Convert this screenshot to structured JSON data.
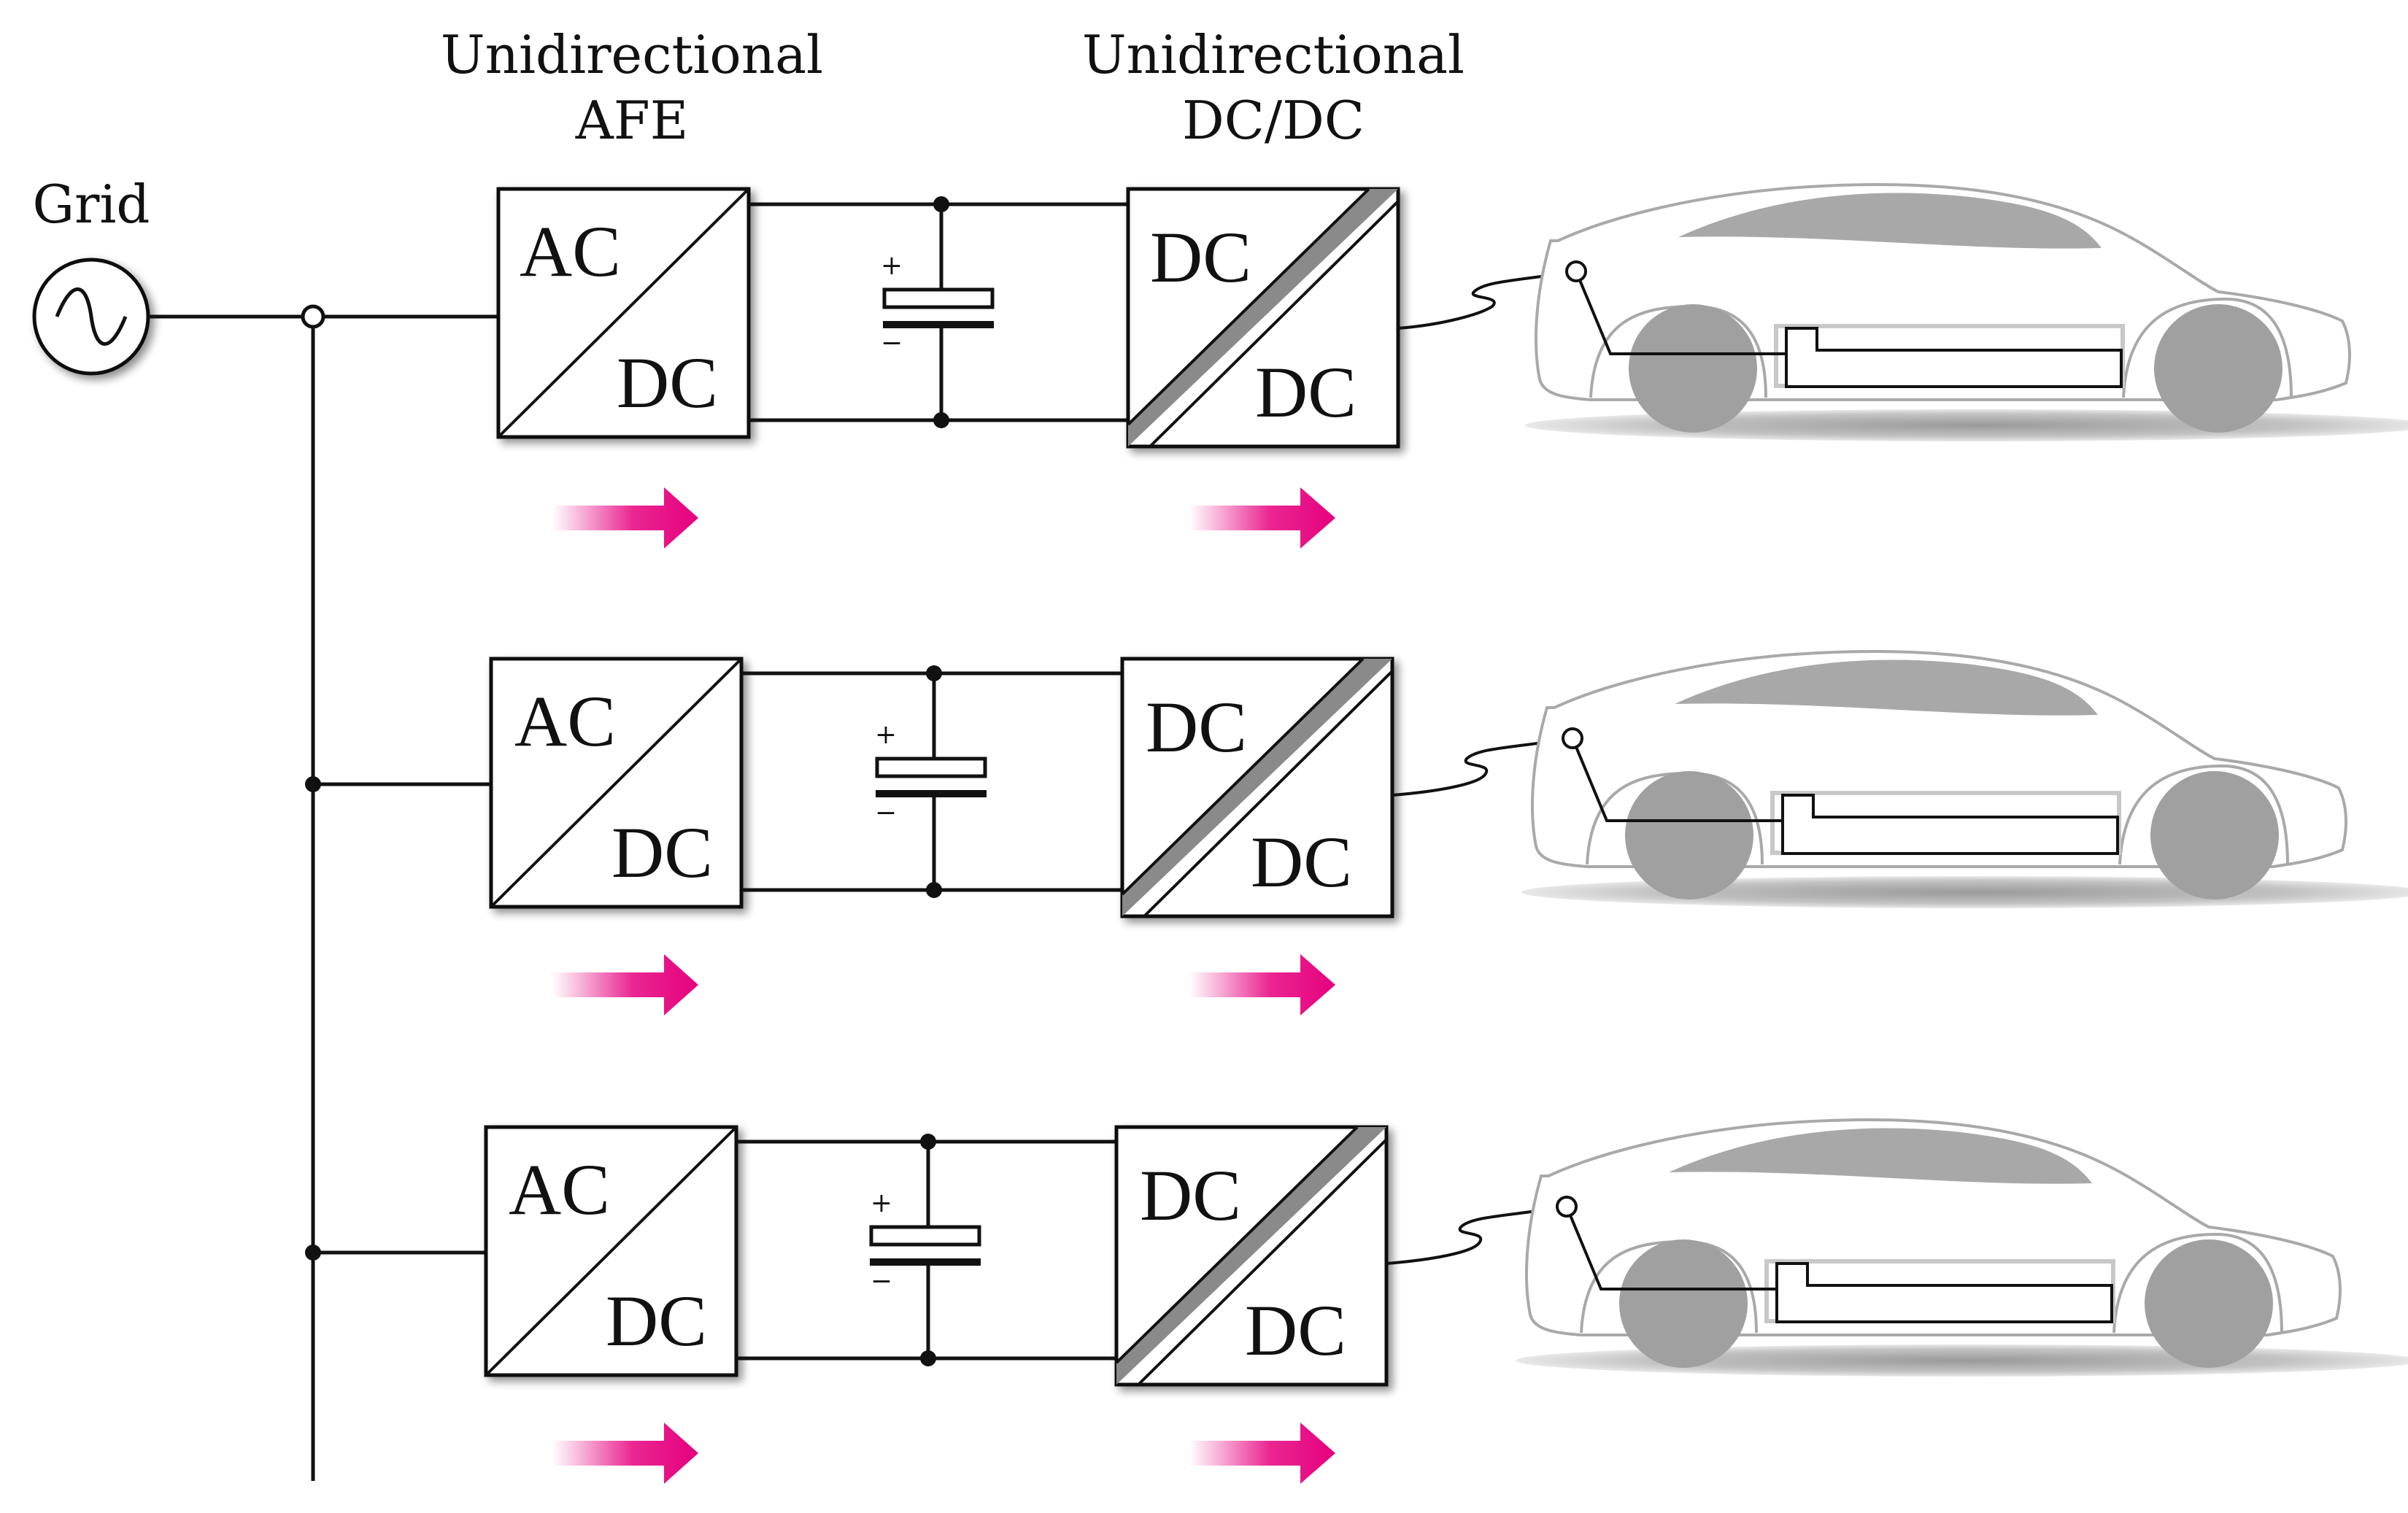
{
  "labels": {
    "grid": "Grid",
    "afe_line1": "Unidirectional",
    "afe_line2": "AFE",
    "dcdc_line1": "Unidirectional",
    "dcdc_line2": "DC/DC"
  },
  "afe_blocks": [
    {
      "top": "AC",
      "bottom": "DC"
    },
    {
      "top": "AC",
      "bottom": "DC"
    },
    {
      "top": "AC",
      "bottom": "DC"
    }
  ],
  "dcdc_blocks": [
    {
      "top": "DC",
      "bottom": "DC"
    },
    {
      "top": "DC",
      "bottom": "DC"
    },
    {
      "top": "DC",
      "bottom": "DC"
    }
  ],
  "capacitor": {
    "plus": "+",
    "minus": "−"
  },
  "colors": {
    "power_flow_arrow": "#E6007E",
    "car_body": "#A8A8A8",
    "car_wheel": "#A0A0A0",
    "wiring": "#111111"
  },
  "power_flow_direction": "grid-to-vehicle"
}
